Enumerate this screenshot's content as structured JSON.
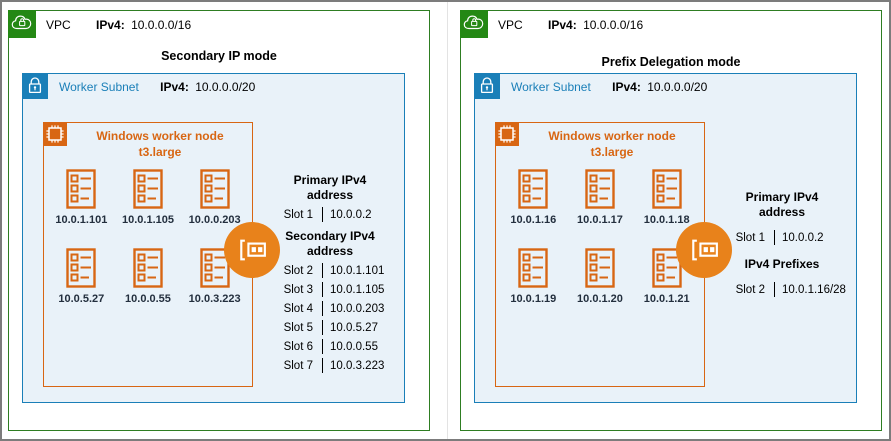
{
  "colors": {
    "vpc_green": "#248814",
    "vpc_border": "#2e7d22",
    "subnet_blue": "#1a7fb8",
    "subnet_fill": "#e9f2f9",
    "node_orange": "#d86613",
    "eni_orange": "#e8821b",
    "ip_text": "#232f3e"
  },
  "panels": [
    {
      "vpc_label": "VPC",
      "ip_label": "IPv4:",
      "vpc_cidr": "10.0.0.0/16",
      "mode_title": "Secondary IP mode",
      "subnet": {
        "label": "Worker Subnet",
        "ip_label": "IPv4:",
        "cidr": "10.0.0.0/20"
      },
      "node": {
        "title": "Windows worker node",
        "instance_type": "t3.large",
        "pods": [
          "10.0.1.101",
          "10.0.1.105",
          "10.0.0.203",
          "10.0.5.27",
          "10.0.0.55",
          "10.0.3.223"
        ]
      },
      "slots": {
        "sections": [
          {
            "heading": "Primary IPv4 address",
            "rows": [
              {
                "label": "Slot 1",
                "value": "10.0.0.2"
              }
            ]
          },
          {
            "heading": "Secondary IPv4 address",
            "rows": [
              {
                "label": "Slot 2",
                "value": "10.0.1.101"
              },
              {
                "label": "Slot 3",
                "value": "10.0.1.105"
              },
              {
                "label": "Slot 4",
                "value": "10.0.0.203"
              },
              {
                "label": "Slot 5",
                "value": "10.0.5.27"
              },
              {
                "label": "Slot 6",
                "value": "10.0.0.55"
              },
              {
                "label": "Slot 7",
                "value": "10.0.3.223"
              }
            ]
          }
        ]
      }
    },
    {
      "vpc_label": "VPC",
      "ip_label": "IPv4:",
      "vpc_cidr": "10.0.0.0/16",
      "mode_title": "Prefix Delegation mode",
      "subnet": {
        "label": "Worker Subnet",
        "ip_label": "IPv4:",
        "cidr": "10.0.0.0/20"
      },
      "node": {
        "title": "Windows worker node",
        "instance_type": "t3.large",
        "pods": [
          "10.0.1.16",
          "10.0.1.17",
          "10.0.1.18",
          "10.0.1.19",
          "10.0.1.20",
          "10.0.1.21"
        ]
      },
      "slots": {
        "sections": [
          {
            "heading": "Primary IPv4 address",
            "rows": [
              {
                "label": "Slot 1",
                "value": "10.0.0.2"
              }
            ]
          },
          {
            "heading": "IPv4 Prefixes",
            "rows": [
              {
                "label": "Slot 2",
                "value": "10.0.1.16/28"
              }
            ]
          }
        ]
      }
    }
  ]
}
